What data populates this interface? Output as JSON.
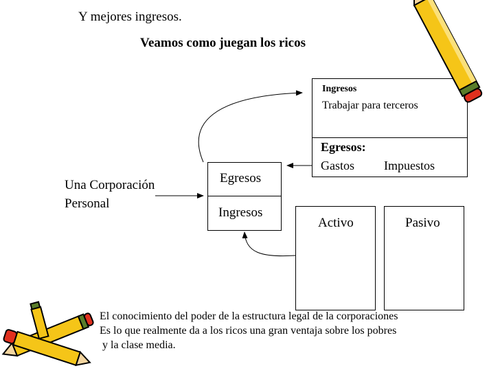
{
  "intro": "Y mejores ingresos.",
  "title": "Veamos como juegan los ricos",
  "top_box": {
    "ingresos_title": "Ingresos",
    "ingresos_sub": "Trabajar para terceros",
    "egresos_title": "Egresos:",
    "gastos": "Gastos",
    "impuestos": "Impuestos"
  },
  "small_box": {
    "egresos": "Egresos",
    "ingresos": "Ingresos"
  },
  "corporation": {
    "line1": "Una Corporación",
    "line2": "Personal"
  },
  "balance": {
    "activo": "Activo",
    "pasivo": "Pasivo"
  },
  "bottom_text": {
    "line1": "El conocimiento del poder de la estructura legal de la corporaciones",
    "line2": "Es lo que realmente da a los ricos una gran ventaja sobre los pobres",
    "line3": " y la clase media."
  },
  "icons": [
    "pencil-icon",
    "pencils-icon"
  ],
  "colors": {
    "pencil_body": "#f5c518",
    "pencil_tip": "#e0301e",
    "pencil_band": "#5a7d2a"
  }
}
